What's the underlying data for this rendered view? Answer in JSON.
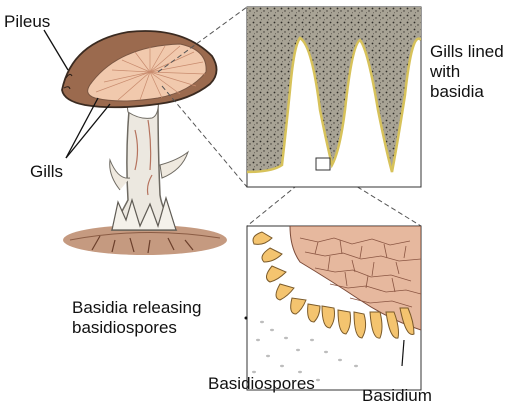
{
  "labels": {
    "pileus": "Pileus",
    "gills": "Gills",
    "gills_lined_line1": "Gills lined",
    "gills_lined_line2": "with",
    "gills_lined_line3": "basidia",
    "basidia_releasing_line1": "Basidia releasing",
    "basidia_releasing_line2": "basidiospores",
    "basidiospores": "Basidiospores",
    "basidium": "Basidium"
  },
  "colors": {
    "cap": "#9b6a4e",
    "gill_underside": "#f1c9ad",
    "stalk": "#ece8e0",
    "soil": "#c59a80",
    "gill_tissue": "#9f9b8f",
    "basidia": "#f4c46f",
    "cell_layer": "#e6b89e"
  }
}
